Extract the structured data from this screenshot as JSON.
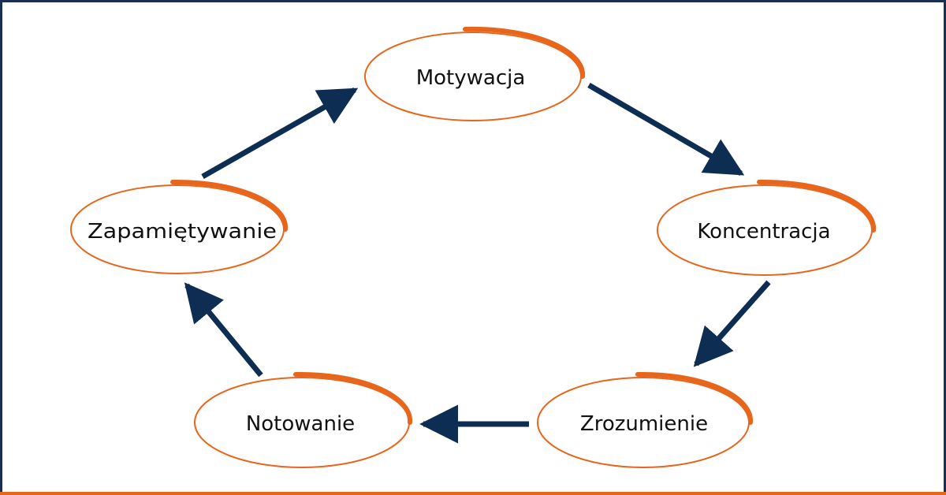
{
  "colors": {
    "accent": "#e8661c",
    "arrow": "#0e2d52",
    "frame": "#1b2f52",
    "text": "#111111"
  },
  "nodes": [
    {
      "id": "motywacja",
      "label": "Motywacja"
    },
    {
      "id": "koncentracja",
      "label": "Koncentracja"
    },
    {
      "id": "zrozumienie",
      "label": "Zrozumienie"
    },
    {
      "id": "notowanie",
      "label": "Notowanie"
    },
    {
      "id": "zapamietywanie",
      "label": "Zapamiętywanie"
    }
  ],
  "edges": [
    {
      "from": "motywacja",
      "to": "koncentracja"
    },
    {
      "from": "koncentracja",
      "to": "zrozumienie"
    },
    {
      "from": "zrozumienie",
      "to": "notowanie"
    },
    {
      "from": "notowanie",
      "to": "zapamietywanie"
    },
    {
      "from": "zapamietywanie",
      "to": "motywacja"
    }
  ]
}
